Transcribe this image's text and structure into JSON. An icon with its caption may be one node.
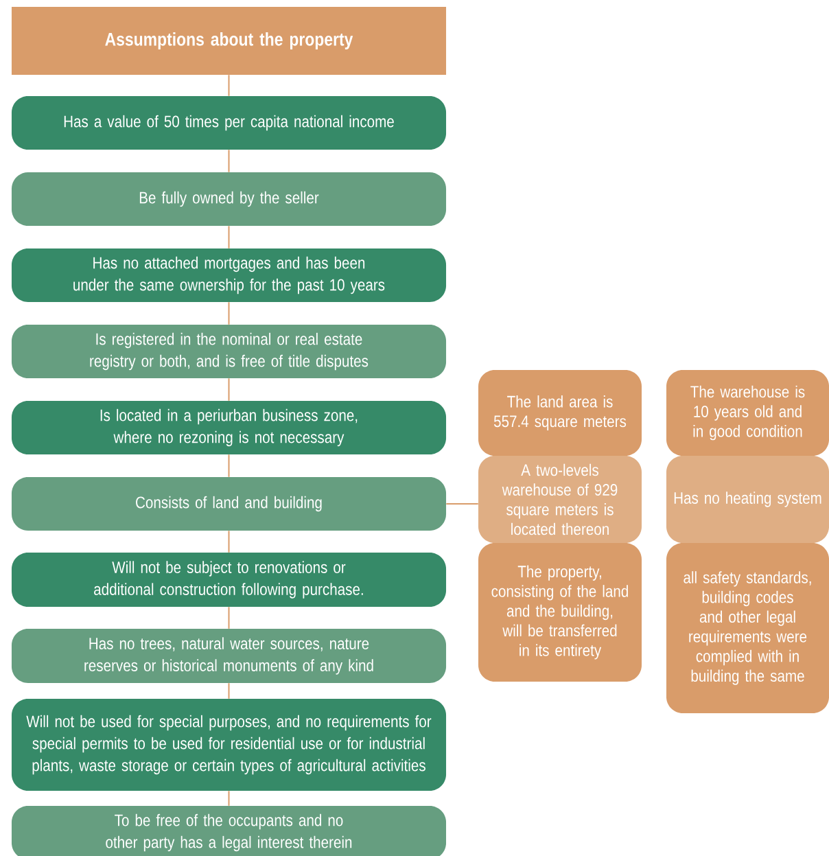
{
  "diagram": {
    "nodes": [
      {
        "text": [
          "Assumptions about the property"
        ]
      },
      {
        "text": [
          "Has a value of 50 times per capita national income"
        ]
      },
      {
        "text": [
          "Be fully owned by the seller"
        ]
      },
      {
        "text": [
          "Has no attached mortgages and has been under the same ownership for the past 10 years"
        ]
      },
      {
        "text": [
          "Is registered in the nominal or real estate registry or both, and is free of title disputes"
        ]
      },
      {
        "text": [
          "Is located in a periurban business zone, where no rezoning is not necessary"
        ]
      },
      {
        "text": [
          "Consists of land and building"
        ]
      },
      {
        "text": [
          "Will not be subject to renovations or additional construction following purchase."
        ]
      },
      {
        "text": [
          "Has no trees, natural water sources, nature reserves or historical monuments of any kind"
        ]
      },
      {
        "text": [
          "Will not be used for special purposes, and no requirements for special permits to be used for residential use or for industrial plants, waste storage or certain types of agricultural activities"
        ]
      },
      {
        "text": [
          "To be free of the occupants and no other party has a legal interest therein"
        ]
      },
      {
        "text": [
          "The land area is 557.4 square meters"
        ]
      },
      {
        "text": [
          "The warehouse is 10 years old and in good condition"
        ]
      },
      {
        "text": [
          "A two-levels warehouse of 929 square meters is located thereon"
        ]
      },
      {
        "text": [
          "Has no heating system"
        ]
      },
      {
        "text": [
          "The property, consisting of the land and the building, will be transferred in its entirety"
        ]
      },
      {
        "text": [
          "all safety standards, building codes and other legal requirements were complied with in building the same"
        ]
      }
    ],
    "edges": [
      {
        "from": 0,
        "to": 1,
        "arrow": "none"
      },
      {
        "from": 1,
        "to": 2,
        "arrow": "none"
      },
      {
        "from": 2,
        "to": 3,
        "arrow": "none"
      },
      {
        "from": 3,
        "to": 4,
        "arrow": "none"
      },
      {
        "from": 4,
        "to": 5,
        "arrow": "none"
      },
      {
        "from": 5,
        "to": 6,
        "arrow": "none"
      },
      {
        "from": 6,
        "to": 7,
        "arrow": "none"
      },
      {
        "from": 7,
        "to": 8,
        "arrow": "none"
      },
      {
        "from": 8,
        "to": 9,
        "arrow": "none"
      },
      {
        "from": 9,
        "to": 10,
        "arrow": "none"
      },
      {
        "from": 6,
        "to": 13,
        "arrow": "none"
      }
    ]
  }
}
